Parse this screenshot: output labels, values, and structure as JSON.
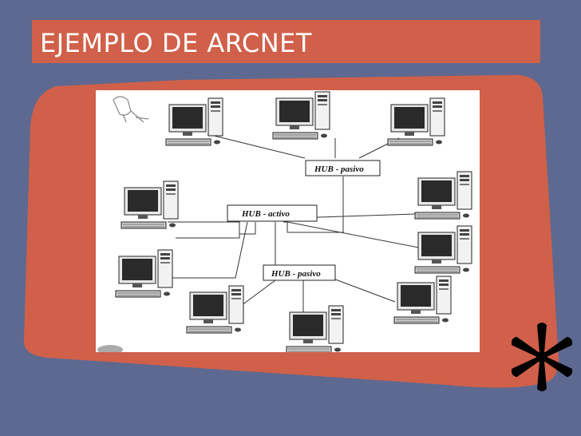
{
  "slide": {
    "title": "EJEMPLO DE ARCNET",
    "colors": {
      "background": "#5d6990",
      "accent": "#d0604a",
      "title_text": "#ffffff"
    }
  },
  "diagram": {
    "hub_top": "HUB - pasivo",
    "hub_active": "HUB - activo",
    "hub_bottom": "HUB - pasivo"
  },
  "decoration": {
    "icon": "asterisk-icon"
  }
}
